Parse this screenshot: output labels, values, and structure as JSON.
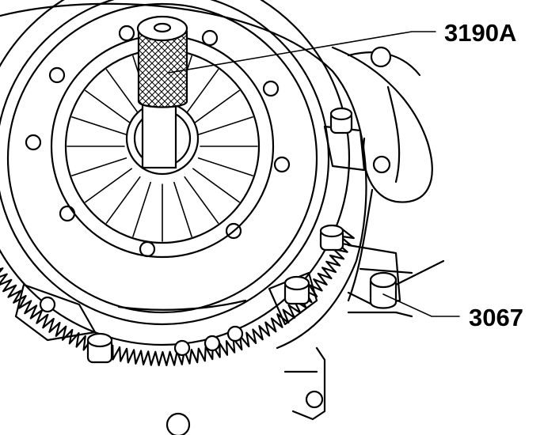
{
  "callouts": [
    {
      "id": "tool-3190a",
      "label": "3190A"
    },
    {
      "id": "tool-3067",
      "label": "3067"
    }
  ],
  "colors": {
    "ink": "#000000",
    "paper": "#ffffff"
  }
}
